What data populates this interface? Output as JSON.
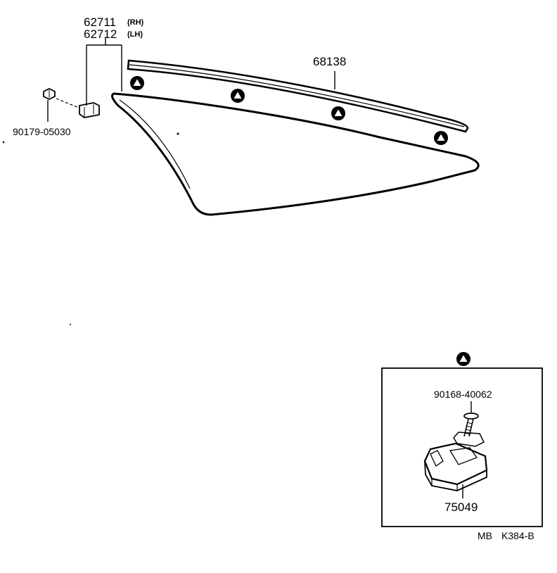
{
  "parts": {
    "clip_rh": "62711",
    "clip_rh_side": "(RH)",
    "clip_lh": "62712",
    "clip_lh_side": "(LH)",
    "screw": "90179-05030",
    "moulding": "68138",
    "detail_screw": "90168-40062",
    "detail_clip": "75049"
  },
  "footer": {
    "model": "MB",
    "code": "K384-B"
  }
}
